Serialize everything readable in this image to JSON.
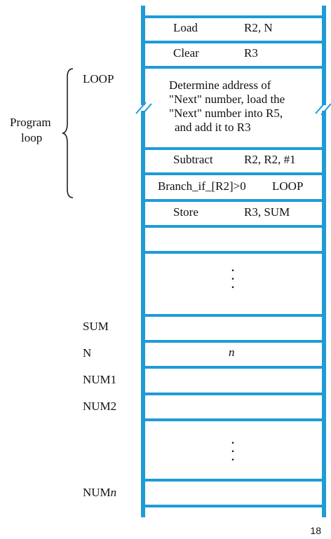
{
  "rows": [
    {
      "op": "Load",
      "arg": "R2, N"
    },
    {
      "op": "Clear",
      "arg": "R3"
    },
    {
      "text": [
        "Determine address of",
        "\"Next\" number, load the",
        "\"Next\" number into R5,",
        "and add it to R3"
      ]
    },
    {
      "op": "Subtract",
      "arg": "R2, R2, #1"
    },
    {
      "op": "Branch_if_[R2]>0",
      "arg": "LOOP"
    },
    {
      "op": "Store",
      "arg": "R3, SUM"
    }
  ],
  "labels": {
    "loop": "LOOP",
    "program_loop": [
      "Program",
      "loop"
    ],
    "sum": "SUM",
    "n": "N",
    "num1": "NUM1",
    "num2": "NUM2",
    "numn_base": "NUM",
    "numn_sub": "n"
  },
  "values": {
    "n_cell": "n"
  },
  "page_number": "18"
}
